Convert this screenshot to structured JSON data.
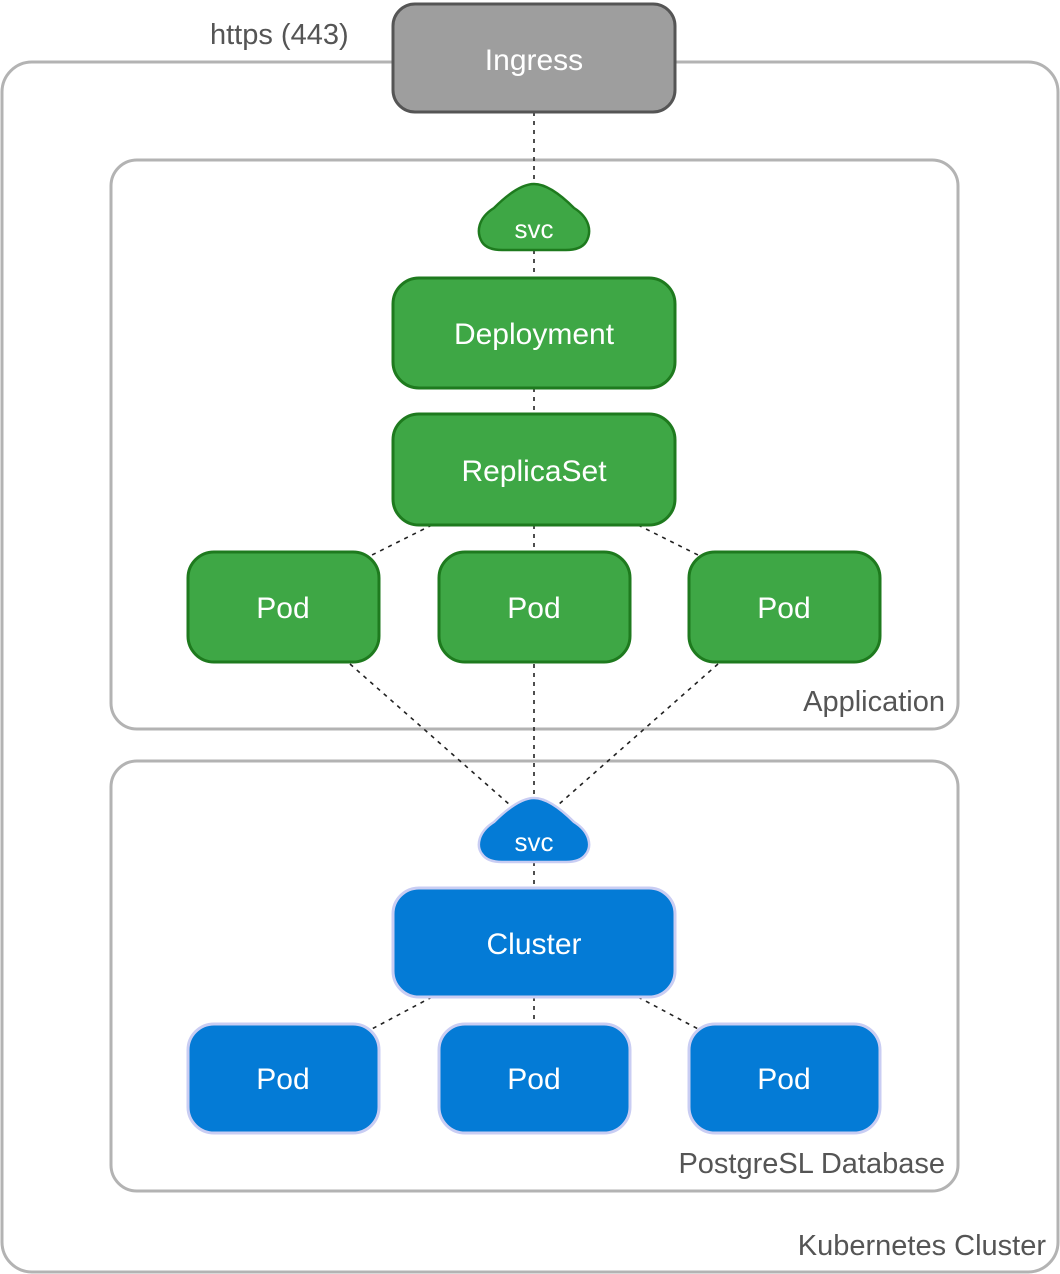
{
  "labels": {
    "https": "https (443)",
    "ingress": "Ingress",
    "kubernetes_cluster": "Kubernetes Cluster",
    "application": "Application",
    "postgres_group": "PostgreSL Database",
    "app_svc": "svc",
    "deployment": "Deployment",
    "replicaset": "ReplicaSet",
    "app_pods": [
      "Pod",
      "Pod",
      "Pod"
    ],
    "db_svc": "svc",
    "cluster": "Cluster",
    "db_pods": [
      "Pod",
      "Pod",
      "Pod"
    ]
  },
  "colors": {
    "ingress_fill": "#9e9e9e",
    "ingress_stroke": "#555555",
    "app_fill": "#3ea745",
    "app_stroke": "#1e7a1e",
    "db_fill": "#047bd6",
    "db_stroke": "#c9cdf3",
    "group_stroke": "#b3b3b3"
  }
}
